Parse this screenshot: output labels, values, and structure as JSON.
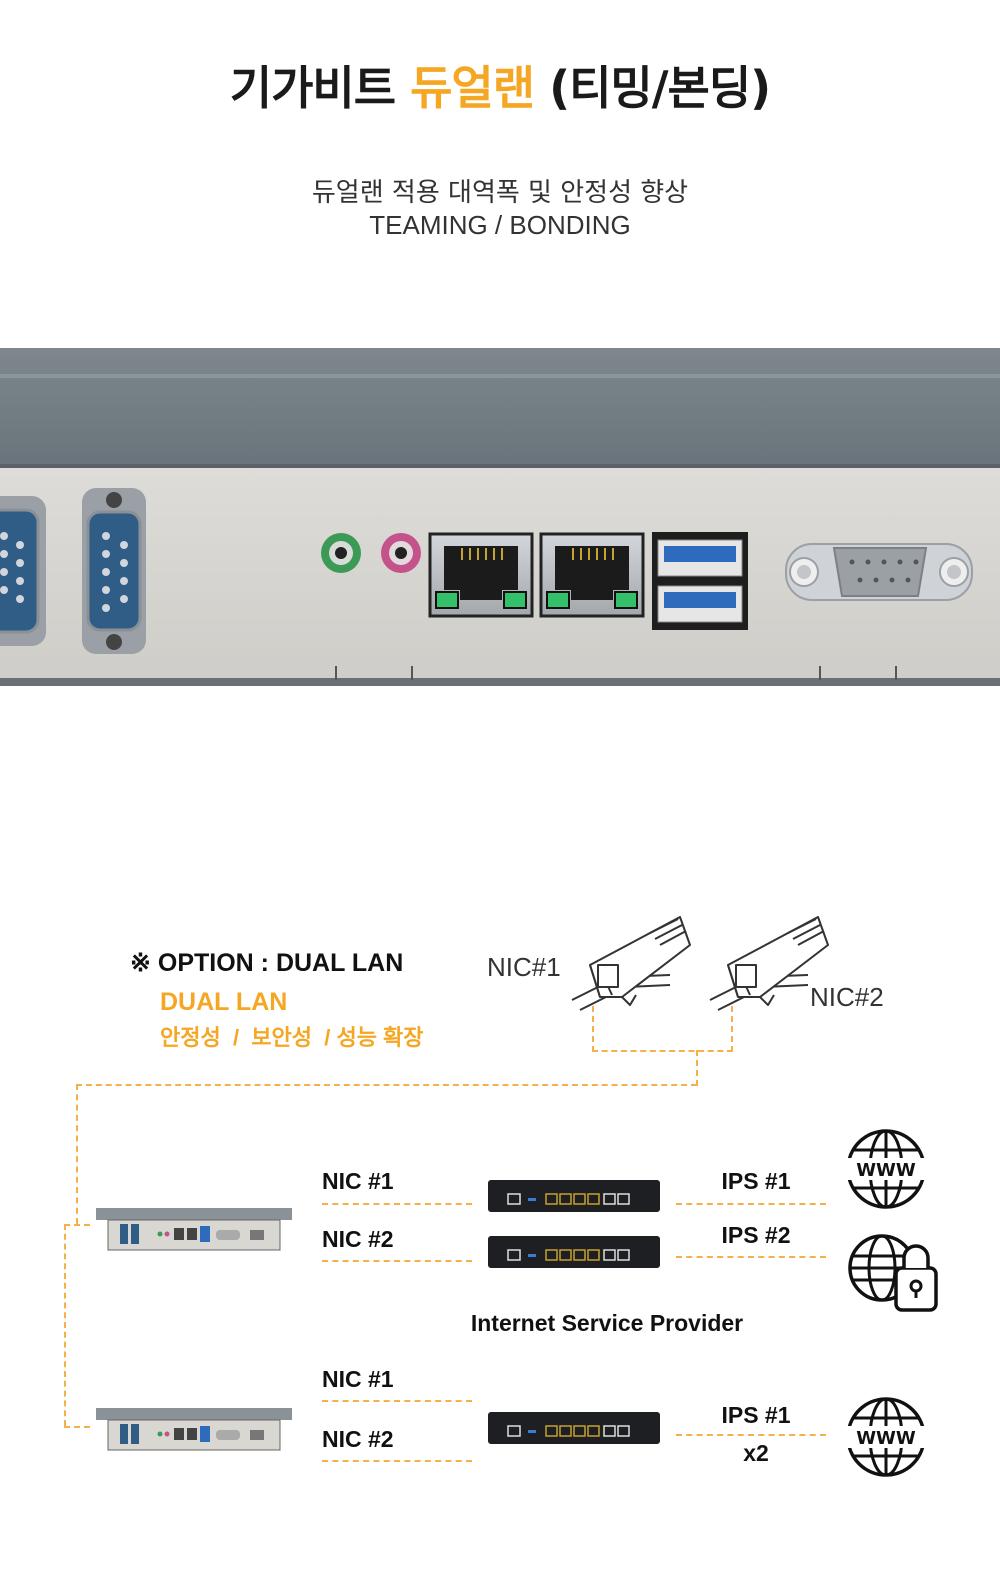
{
  "title": {
    "prefix": "기가비트",
    "accent": "듀얼랜",
    "suffix": "(티밍/본딩)"
  },
  "subtitle": {
    "ko": "듀얼랜 적용 대역폭 및 안정성 향상",
    "en": "TEAMING / BONDING"
  },
  "option": {
    "title": "※ OPTION : DUAL LAN",
    "sub_title": "DUAL LAN",
    "features": "안정성  /  보안성  / 성능 확장"
  },
  "cable_labels": {
    "nic1": "NIC#1",
    "nic2": "NIC#2"
  },
  "diagram_top": {
    "nic1": "NIC #1",
    "nic2": "NIC #2",
    "ips1": "IPS #1",
    "ips2": "IPS #2"
  },
  "isp_label": "Internet Service Provider",
  "diagram_bottom": {
    "nic1": "NIC #1",
    "nic2": "NIC #2",
    "ips1": "IPS #1",
    "multiplier": "x2"
  },
  "icons": {
    "globe_text": "WWW"
  },
  "colors": {
    "accent": "#f5a623",
    "dash": "#f5b04a",
    "text": "#1a1a1a"
  }
}
